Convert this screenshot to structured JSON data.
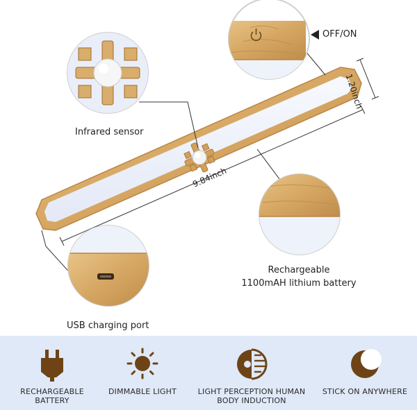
{
  "colors": {
    "wood": "#d9ad6c",
    "wood_dark": "#a36e2c",
    "icon_brown": "#6e4316",
    "band": "#dfe9f7",
    "diffuser": "#eef2fb"
  },
  "callouts": {
    "off_on": "OFF/ON",
    "height": "1.20inch",
    "infrared": "Infrared sensor",
    "length": "9.84inch",
    "battery_line1": "Rechargeable",
    "battery_line2": "1100mAH lithium battery",
    "usb": "USB charging port"
  },
  "features": [
    {
      "icon": "plug-icon",
      "line1": "RECHARGEABLE",
      "line2": "BATTERY"
    },
    {
      "icon": "sun-icon",
      "line1": "DIMMABLE LIGHT",
      "line2": ""
    },
    {
      "icon": "sensor-eye-icon",
      "line1": "LIGHT PERCEPTION HUMAN",
      "line2": "BODY INDUCTION"
    },
    {
      "icon": "moon-icon",
      "line1": "STICK ON ANYWHERE",
      "line2": ""
    }
  ]
}
